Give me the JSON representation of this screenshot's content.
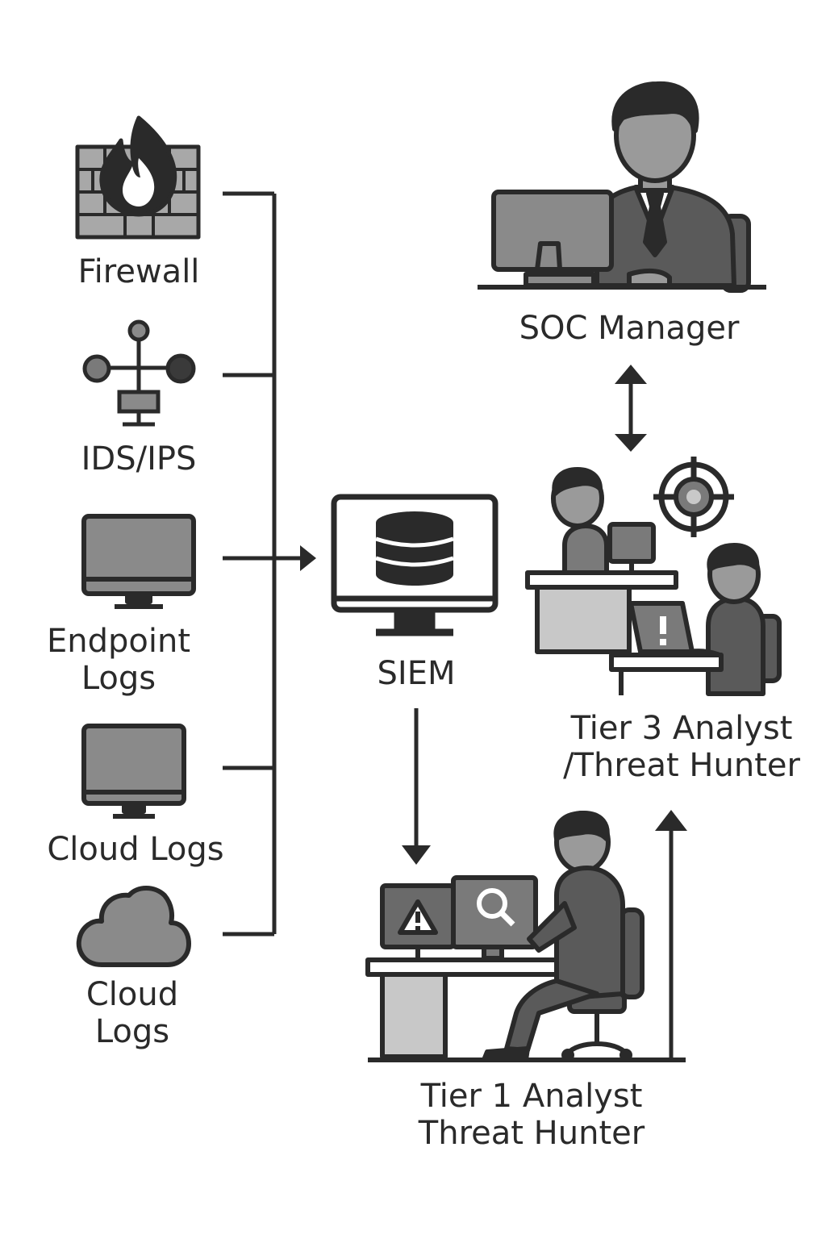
{
  "sources": [
    {
      "label": "Firewall",
      "icon": "firewall-icon"
    },
    {
      "label": "IDS/IPS",
      "icon": "network-sensor-icon"
    },
    {
      "label": "Endpoint\nLogs",
      "icon": "monitor-icon"
    },
    {
      "label": "Cloud Logs",
      "icon": "monitor-icon"
    },
    {
      "label": "Cloud\nLogs",
      "icon": "cloud-icon"
    }
  ],
  "siem": {
    "label": "SIEM",
    "icon": "database-monitor-icon"
  },
  "soc_manager": {
    "label": "SOC Manager",
    "icon": "manager-at-desk-icon"
  },
  "tier3": {
    "label": "Tier 3 Analyst\n/Threat Hunter",
    "icon": "threat-hunters-icon"
  },
  "tier1": {
    "label": "Tier 1 Analyst\nThreat Hunter",
    "icon": "analyst-at-desk-icon"
  },
  "colors": {
    "stroke": "#2a2a2a",
    "dark": "#4a4a4a",
    "mid": "#6e6e6e",
    "light": "#9a9a9a",
    "pale": "#c8c8c8"
  }
}
